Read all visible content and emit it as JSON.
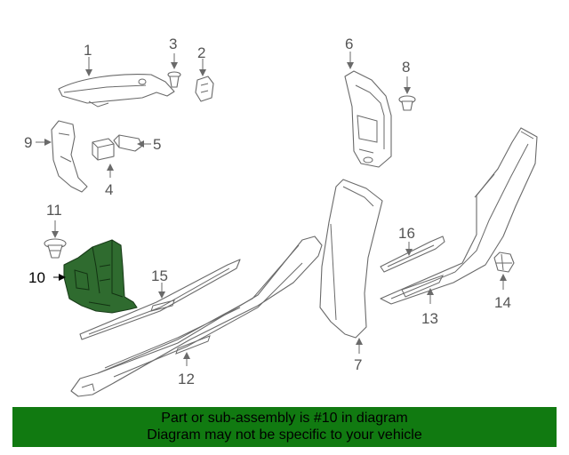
{
  "diagram": {
    "callouts": [
      "1",
      "2",
      "3",
      "4",
      "5",
      "6",
      "7",
      "8",
      "9",
      "10",
      "11",
      "12",
      "13",
      "14",
      "15",
      "16"
    ],
    "highlighted_part": "10"
  },
  "banner": {
    "line1": "Part or sub-assembly is #10 in diagram",
    "line2": "Diagram may not be specific to your vehicle"
  },
  "colors": {
    "banner_background": "#117a11",
    "highlight_part": "#2f6b2f",
    "line_art": "#6a6a6a"
  }
}
